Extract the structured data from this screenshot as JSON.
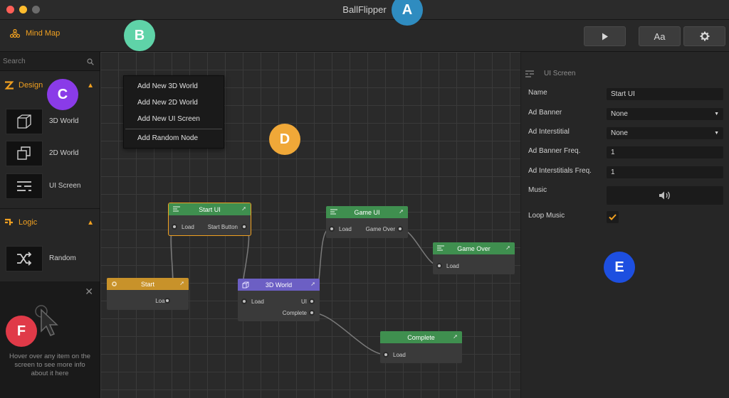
{
  "window": {
    "title": "BallFlipper"
  },
  "toolbar": {
    "mind_map_label": "Mind Map",
    "play_icon": "play-icon",
    "font_button_label": "Aa",
    "settings_icon": "gear-icon"
  },
  "markers": {
    "a": "A",
    "b": "B",
    "c": "C",
    "d": "D",
    "e": "E",
    "f": "F"
  },
  "sidebar": {
    "search_placeholder": "Search",
    "design_label": "Design",
    "logic_label": "Logic",
    "design_items": [
      {
        "label": "3D World",
        "icon": "cube-icon"
      },
      {
        "label": "2D World",
        "icon": "squares-icon"
      },
      {
        "label": "UI Screen",
        "icon": "ui-screen-icon"
      }
    ],
    "logic_items": [
      {
        "label": "Random",
        "icon": "shuffle-icon"
      }
    ],
    "hover_help": "Hover over any item on the screen to see more info about it here"
  },
  "context_menu": {
    "items": [
      "Add New 3D World",
      "Add New 2D World",
      "Add New UI Screen",
      "Add Random Node"
    ]
  },
  "nodes": {
    "start": {
      "title": "Start",
      "out": "Load"
    },
    "start_ui": {
      "title": "Start UI",
      "in": "Load",
      "out": "Start Button"
    },
    "world3d": {
      "title": "3D World",
      "in": "Load",
      "out1": "UI",
      "out2": "Complete"
    },
    "game_ui": {
      "title": "Game UI",
      "in": "Load",
      "out": "Game Over"
    },
    "game_over": {
      "title": "Game Over",
      "in": "Load"
    },
    "complete": {
      "title": "Complete",
      "in": "Load"
    }
  },
  "inspector": {
    "header": "UI Screen",
    "name_label": "Name",
    "name_value": "Start UI",
    "ad_banner_label": "Ad Banner",
    "ad_banner_value": "None",
    "ad_interstitial_label": "Ad Interstitial",
    "ad_interstitial_value": "None",
    "ad_banner_freq_label": "Ad Banner Freq.",
    "ad_banner_freq_value": "1",
    "ad_interstitials_freq_label": "Ad Interstitials Freq.",
    "ad_interstitials_freq_value": "1",
    "music_label": "Music",
    "loop_music_label": "Loop Music",
    "loop_music_checked": true
  },
  "colors": {
    "accent": "#f0a020",
    "node_yellow": "#c8922a",
    "node_green": "#3f8f4f",
    "node_purple": "#6c5fc4",
    "marker_a": "#2f8cc0",
    "marker_b": "#5fd3a8",
    "marker_c": "#8a3be8",
    "marker_d": "#f0a838",
    "marker_e": "#1d4fe0",
    "marker_f": "#e03a48"
  }
}
